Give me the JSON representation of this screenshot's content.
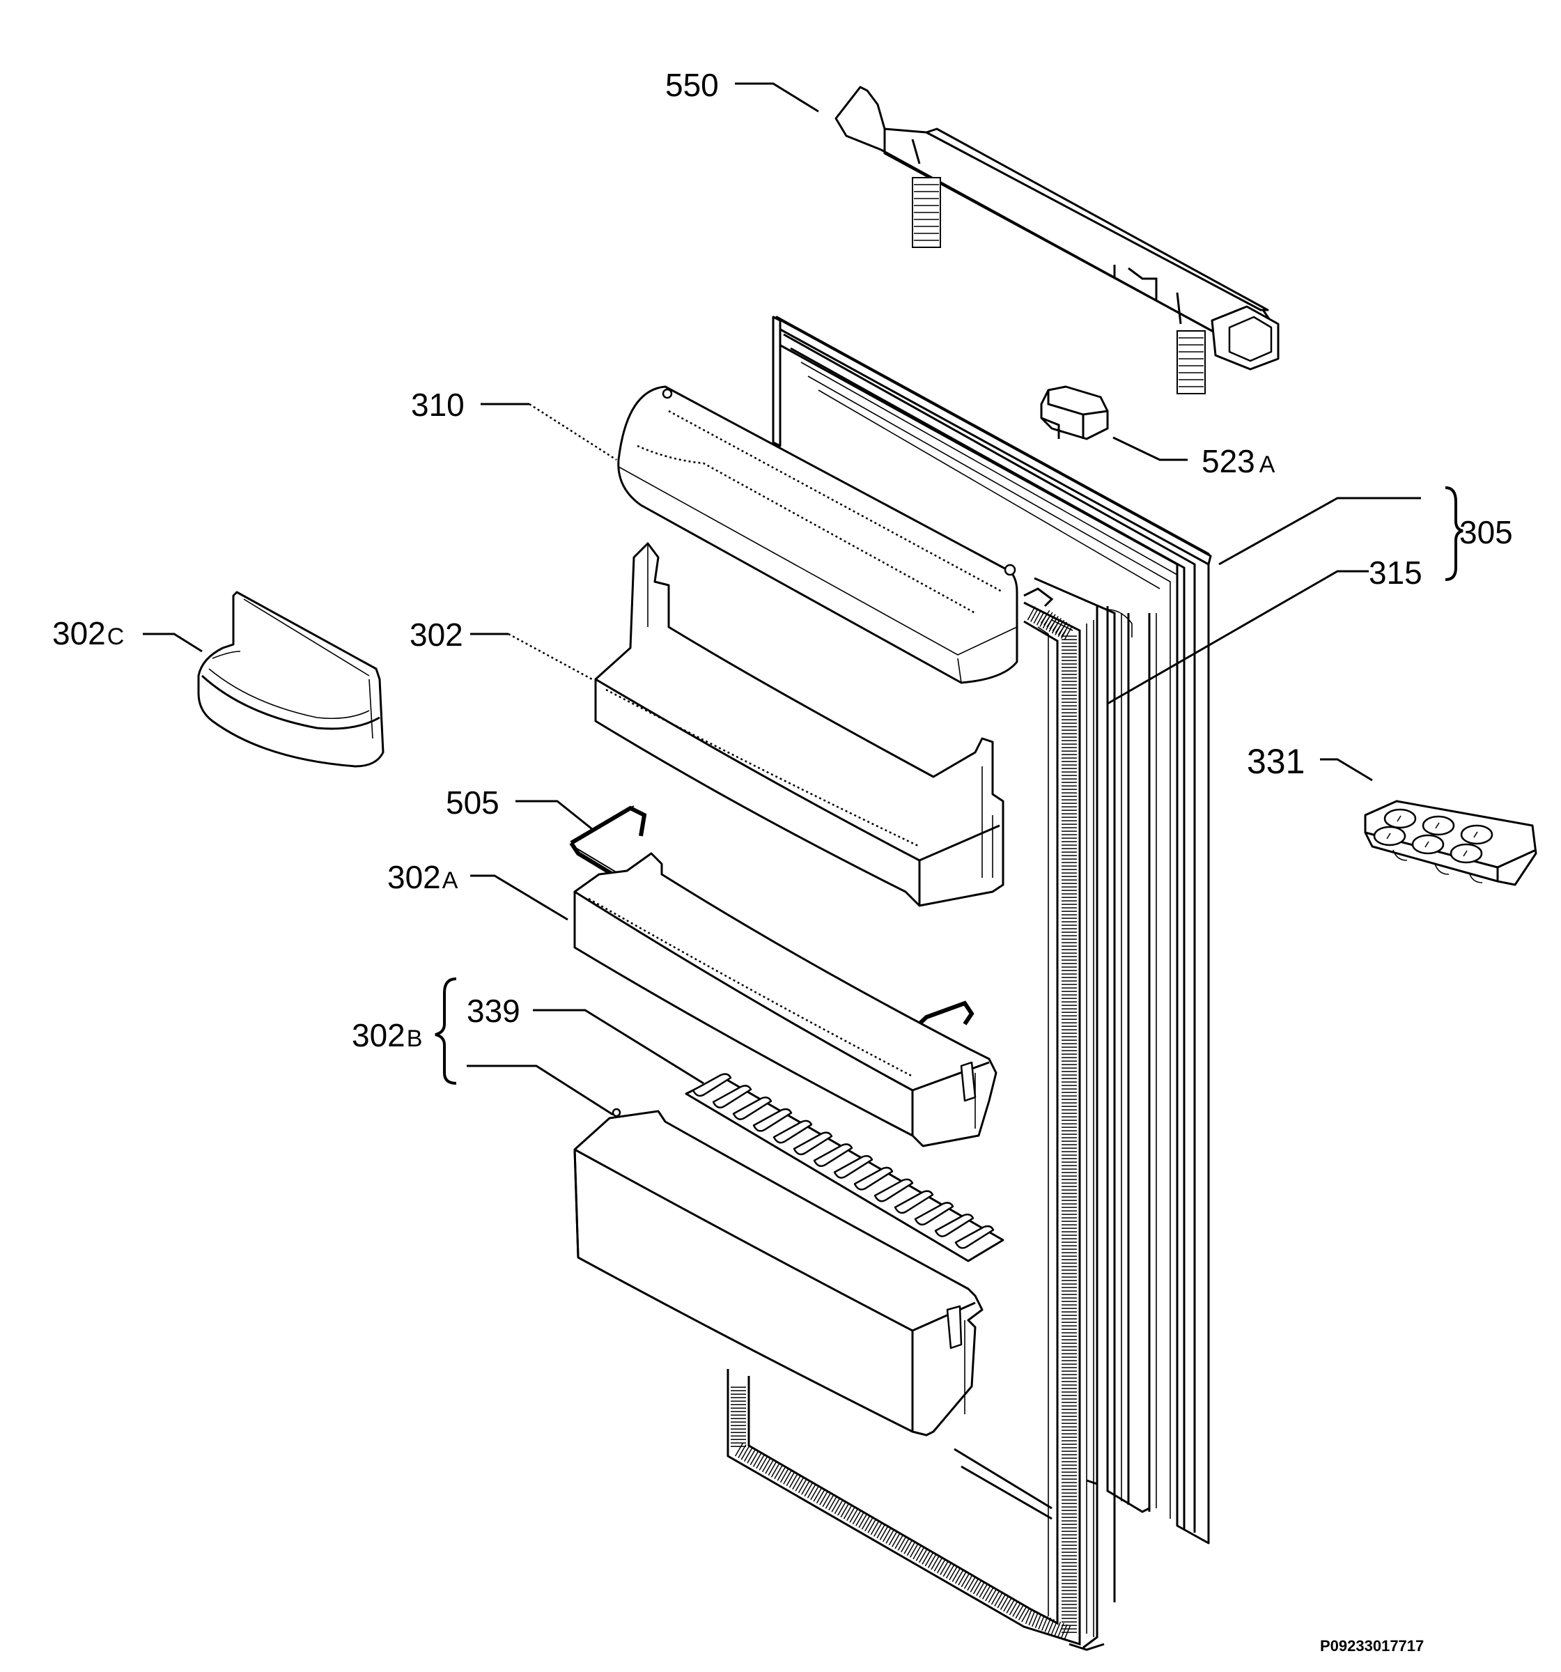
{
  "parts": [
    {
      "id": "550",
      "main": "550",
      "suffix": ""
    },
    {
      "id": "310",
      "main": "310",
      "suffix": ""
    },
    {
      "id": "523A",
      "main": "523",
      "suffix": "A"
    },
    {
      "id": "305",
      "main": "305",
      "suffix": ""
    },
    {
      "id": "315",
      "main": "315",
      "suffix": ""
    },
    {
      "id": "302C",
      "main": "302",
      "suffix": "C"
    },
    {
      "id": "302",
      "main": "302",
      "suffix": ""
    },
    {
      "id": "331",
      "main": "331",
      "suffix": ""
    },
    {
      "id": "505",
      "main": "505",
      "suffix": ""
    },
    {
      "id": "302A",
      "main": "302",
      "suffix": "A"
    },
    {
      "id": "302B",
      "main": "302",
      "suffix": "B"
    },
    {
      "id": "339",
      "main": "339",
      "suffix": ""
    }
  ],
  "drawing_code": "P09233017717"
}
